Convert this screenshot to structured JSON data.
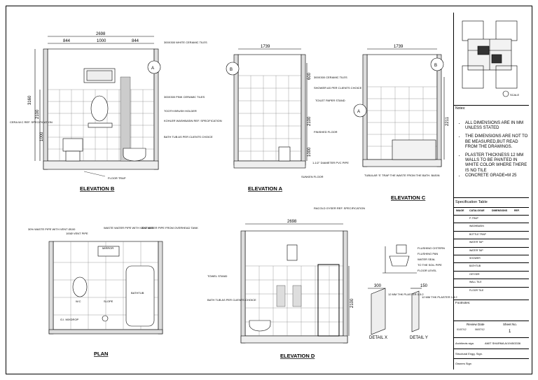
{
  "elevation_b": {
    "title": "ELEVATION B",
    "dims": {
      "width": "2698",
      "seg1": "844",
      "seg2": "1000",
      "seg3": "844",
      "h1": "3160",
      "h2": "2100",
      "h3": "1000"
    },
    "labels": {
      "tiles_white": "300X300 WHITE CERAMIC TILES",
      "tiles_pink": "300X300 PINK CERAMIC TILES",
      "tooth_brush": "TOOTH BRUSH HOLDER",
      "wash_basin": "KOHLER WASHBASIN REF. SPECIFICATION",
      "bath_tub": "BATH TUB AS PER CLIENTS CHOICE",
      "cera_wc": "CERA W.C REF. SPECIFICATION",
      "floor_trap": "FLOOR TRAP"
    },
    "marker": "A"
  },
  "elevation_a": {
    "title": "ELEVATION A",
    "dims": {
      "width": "1739",
      "h1": "600",
      "h2": "2100",
      "h3": "1000"
    },
    "labels": {
      "tiles": "300X300 CERAMIC TILES",
      "shower": "SHOWER AS PER CLIENTS CHOICE",
      "toilet_paper": "TOILET PAPER STAND",
      "pipe": "1-1/2\" DIAMETER PVC PIPE",
      "floor": "FINISHED FLOOR",
      "sunken": "SUNKEN FLOOR"
    },
    "marker": "B"
  },
  "elevation_c": {
    "title": "ELEVATION C",
    "dims": {
      "width": "1739",
      "h1": "2211"
    },
    "labels": {
      "trap": "TUBULAR 'S' TRAP THE WASTE FROM THE BATH. BASIN"
    },
    "markers": [
      "B",
      "A"
    ]
  },
  "plan": {
    "title": "PLAN",
    "labels": {
      "waste_pipe": "30% WASTE PIPE WITH VENT Ø100",
      "vent_pipe": "100Ø VENT PIPE",
      "waste_water": "WASTE WATER PIPE WITH VENT Ø75",
      "water_pipe": "32Ø WATER PIPE FROM OVERHEAD TANK",
      "mirror": "MIRROR",
      "wc": "W.C",
      "slope": "SLOPE",
      "bathtub": "BATHTUB",
      "gi_mixdrop": "G.I. MIXDROP"
    }
  },
  "elevation_d": {
    "title": "ELEVATION D",
    "dims": {
      "width": "2698",
      "h1": "2100"
    },
    "labels": {
      "geyser": "RACOLD GYSER REF. SPECIFICATION",
      "towel": "TOWEL STAND",
      "bath_tub": "BATH TUB AS PER CLIENTS CHOICE"
    }
  },
  "wc_detail": {
    "labels": [
      "FLUSHING CISTERN",
      "FLUSHING PAN",
      "WATER SEAL",
      "TO THE SOIL PIPE",
      "FLOOR LEVEL"
    ]
  },
  "detail_x": {
    "title": "DETAIL X",
    "dim": "300",
    "note": "12 MM THK PLASTER 1:3:2"
  },
  "detail_y": {
    "title": "DETAIL Y",
    "dim": "150",
    "note": "12 MM THK PLASTER 1:3:2"
  },
  "right_panel": {
    "notes_title": "Notes:",
    "scale": "SCALE",
    "notes": [
      "ALL DIMENSIONS ARE IN MM UNLESS STATED",
      "THE DIMENSIONS ARE NOT TO BE MEASURED,BUT READ FROM THE DRAWINGS.",
      "PLASTER THICKNESS 12 MM WALLS TO BE PAINTED IN WHITE COLOR WHERE THERE IS NO TILE",
      "CONCRETE GRADE=M 25"
    ],
    "spec_title": "Specification Table",
    "spec_headers": [
      "IMAGE",
      "CATALOGUE",
      "DIMENSIONS",
      "REF."
    ],
    "spec_rows": [
      [
        "",
        "P-TRAP",
        "",
        ""
      ],
      [
        "",
        "WASHBASIN",
        "",
        ""
      ],
      [
        "",
        "BOTTLE TRAP",
        "",
        ""
      ],
      [
        "",
        "WATER TAP",
        "",
        ""
      ],
      [
        "",
        "WATER TAP",
        "",
        ""
      ],
      [
        "",
        "SHOWER",
        "",
        ""
      ],
      [
        "",
        "BATHTUB",
        "",
        ""
      ],
      [
        "",
        "GEYSER",
        "",
        ""
      ],
      [
        "",
        "WALL TILE",
        "",
        ""
      ],
      [
        "",
        "FLOOR TILE",
        "",
        ""
      ]
    ],
    "footnotes": "Footnotes:",
    "review_date": "Review Date",
    "sheet_no": "Sheet No.",
    "sheet_value": "1",
    "dates": [
      "01/07/12",
      "06/07/12"
    ],
    "architects": "Architects sign.",
    "architect_name": "AMIT SHARMA  A/1945/3336",
    "structural": "Structural Engg. Sign.",
    "owners": "Owners Sign"
  }
}
